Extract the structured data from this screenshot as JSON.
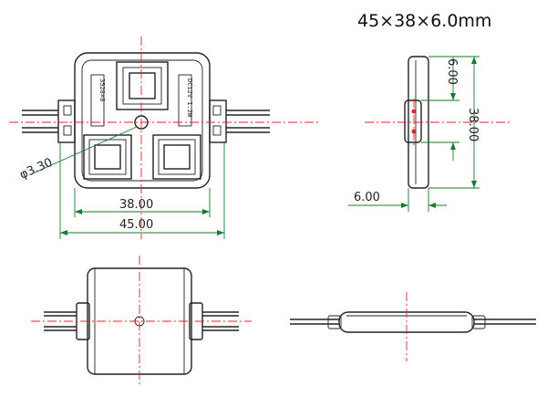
{
  "title": "45×38×6.0mm",
  "dimensions": {
    "inner_width": "38.00",
    "outer_width": "45.00",
    "hole_diameter": "φ3.30",
    "thickness_top": "6.00",
    "height": "38.00",
    "thickness_bottom": "6.00"
  },
  "label_left": "3528×8",
  "label_right": "DC12V 1.2W"
}
